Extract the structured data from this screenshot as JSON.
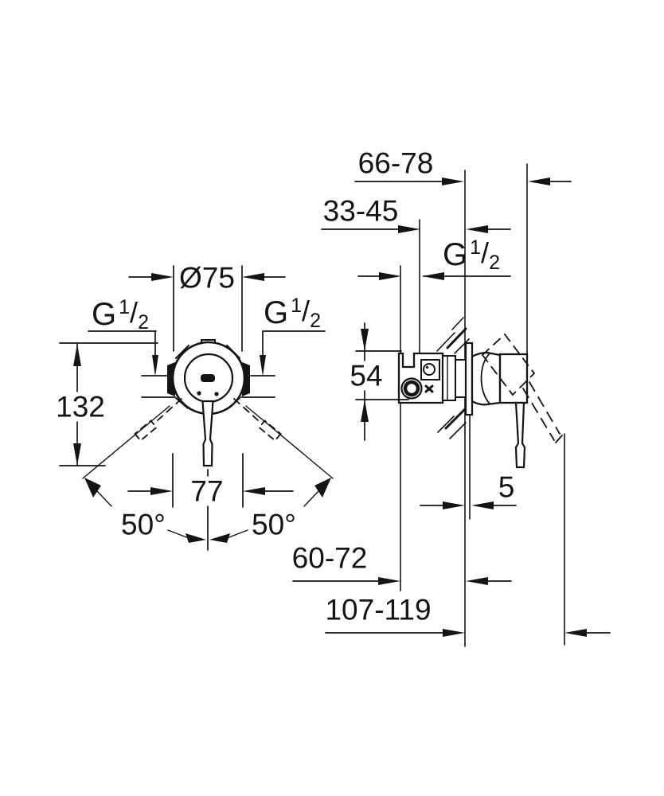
{
  "drawing": {
    "title": "shower-mixer-rough-in-dimensional-drawing",
    "colors": {
      "line": "#141414",
      "background": "#ffffff"
    },
    "front_view": {
      "diameter_label": "Ø75",
      "height_label": "132",
      "width_label": "77",
      "angle_left_label": "50°",
      "angle_right_label": "50°",
      "thread_left": {
        "g": "G",
        "sup": "1",
        "slash": "/",
        "sub": "2"
      },
      "thread_right": {
        "g": "G",
        "sup": "1",
        "slash": "/",
        "sub": "2"
      }
    },
    "side_view": {
      "handle_front_depth_label": "66-78",
      "pipe_to_wall_depth_label": "33-45",
      "thread_top": {
        "g": "G",
        "sup": "1",
        "slash": "/",
        "sub": "2"
      },
      "body_height_label": "54",
      "plate_thickness_label": "5",
      "rough_in_depth_label": "60-72",
      "handle_tip_depth_label": "107-119"
    }
  }
}
